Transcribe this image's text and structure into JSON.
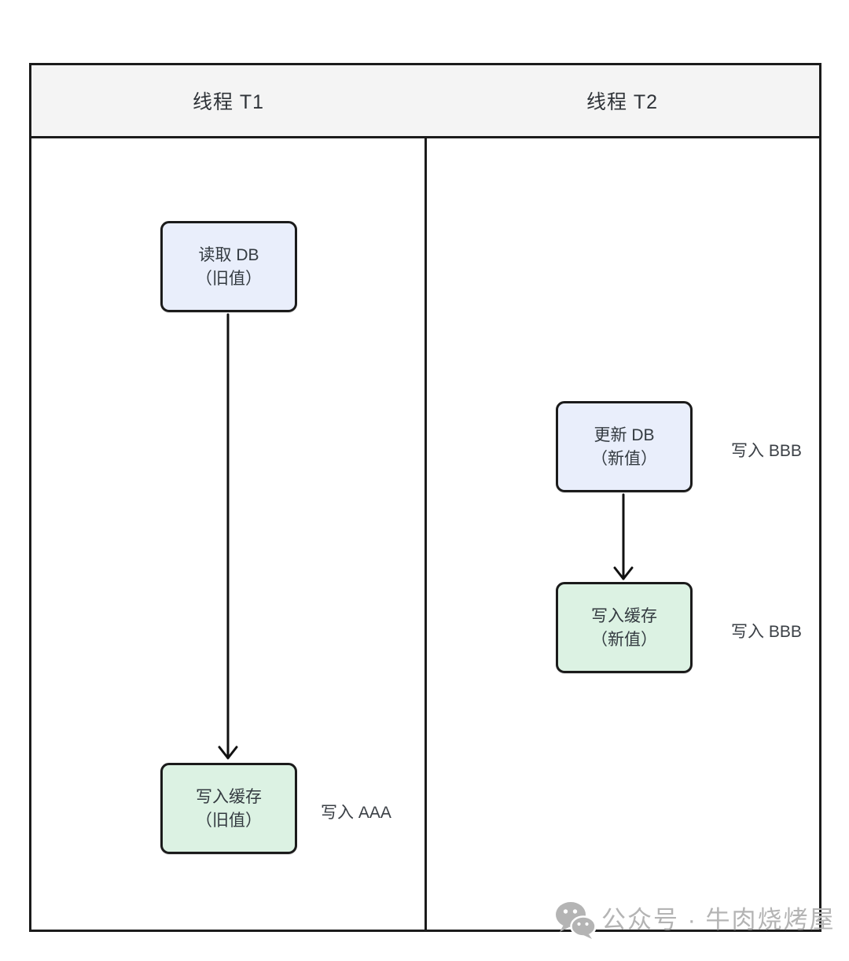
{
  "lanes": {
    "t1": {
      "header": "线程 T1"
    },
    "t2": {
      "header": "线程 T2"
    }
  },
  "nodes": {
    "read_db_old": {
      "line1": "读取 DB",
      "line2": "（旧值）"
    },
    "write_cache_old": {
      "line1": "写入缓存",
      "line2": "（旧值）"
    },
    "update_db_new": {
      "line1": "更新 DB",
      "line2": "（新值）"
    },
    "write_cache_new": {
      "line1": "写入缓存",
      "line2": "（新值）"
    }
  },
  "annotations": {
    "t1_write_cache": "写入 AAA",
    "t2_update_db": "写入 BBB",
    "t2_write_cache": "写入 BBB"
  },
  "watermark": {
    "icon": "wechat-icon",
    "text": "公众号 · 牛肉烧烤屋"
  },
  "colors": {
    "lane_header_bg": "#f4f4f4",
    "node_blue_bg": "#e9eefb",
    "node_green_bg": "#dcf2e3",
    "border": "#1b1b1b",
    "text": "#333a40",
    "watermark_gray": "#b4b4b4"
  }
}
